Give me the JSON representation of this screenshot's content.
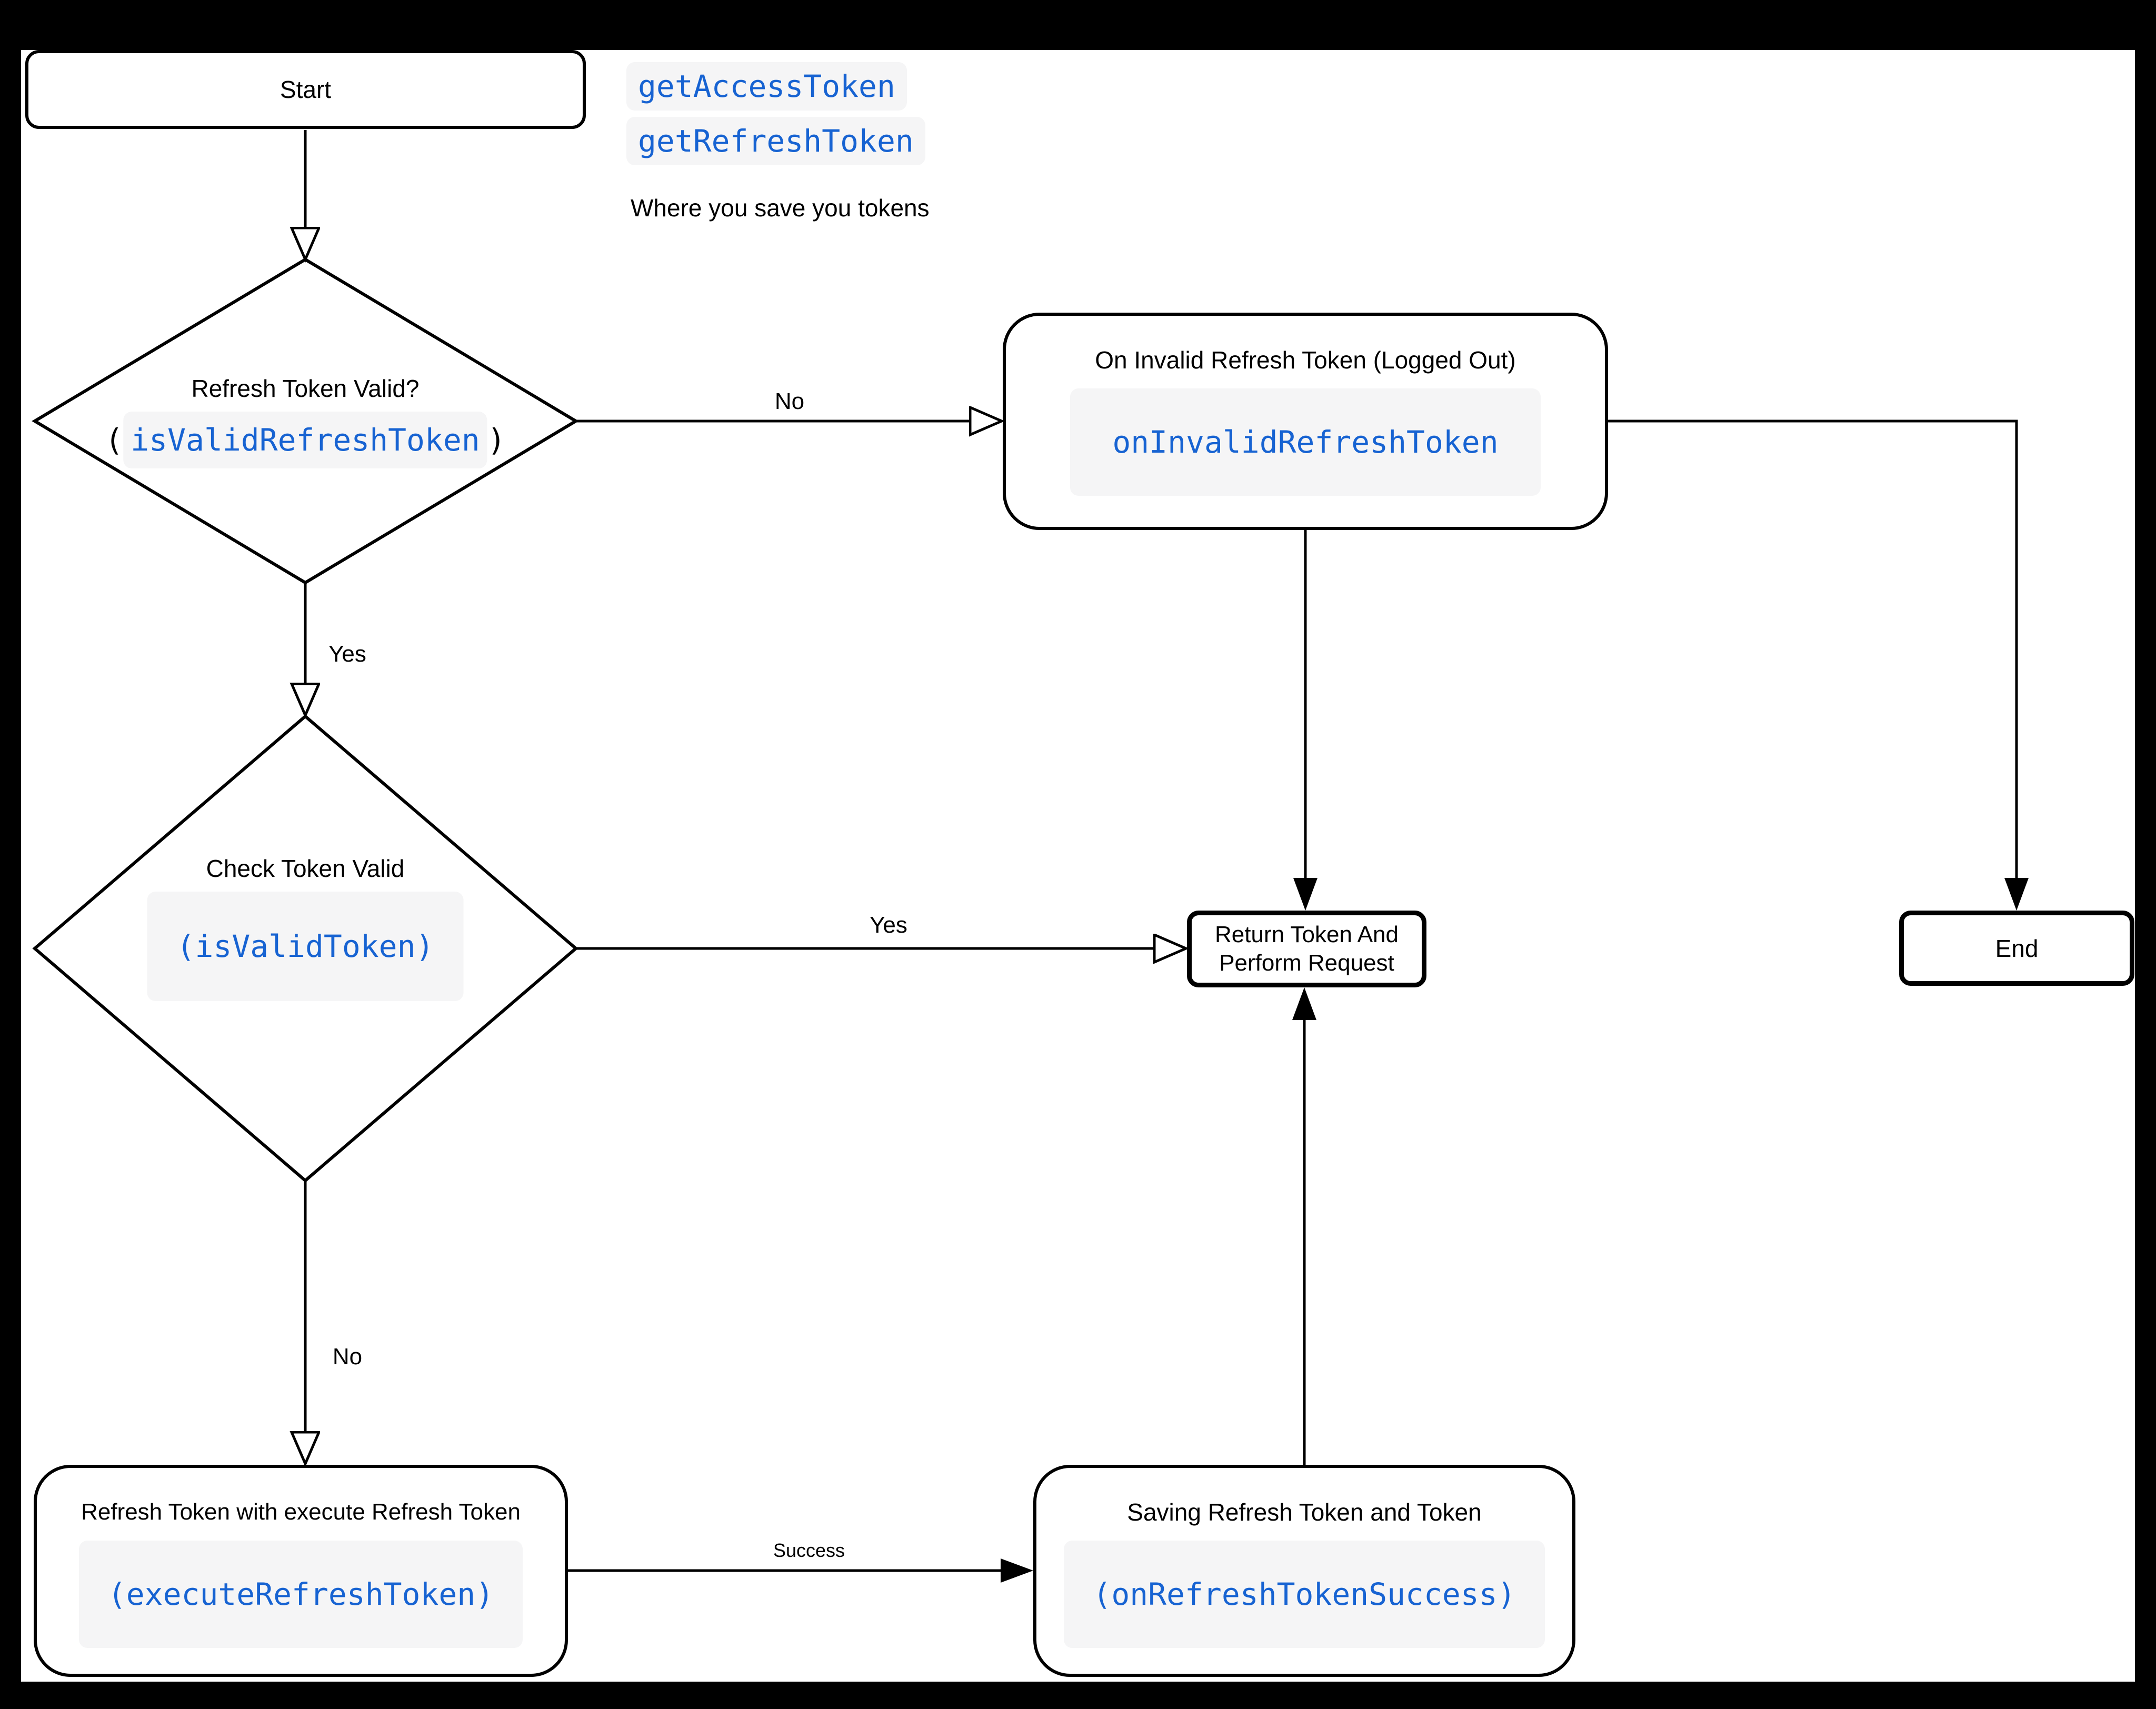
{
  "colors": {
    "code_blue": "#1763d2",
    "chip_bg": "#f5f5f6",
    "line": "#000000",
    "canvas_bg": "#ffffff",
    "frame_bg": "#000000"
  },
  "annotations": {
    "fn_access": "getAccessToken",
    "fn_refresh": "getRefreshToken",
    "note": "Where you save you tokens"
  },
  "nodes": {
    "start": {
      "label": "Start"
    },
    "diamond_refresh_valid": {
      "title": "Refresh Token Valid?",
      "paren_open": "(",
      "code": "isValidRefreshToken",
      "paren_close": ")"
    },
    "on_invalid": {
      "title": "On Invalid Refresh Token (Logged Out)",
      "code": "onInvalidRefreshToken"
    },
    "diamond_token_valid": {
      "title": "Check Token Valid",
      "code": "(isValidToken)"
    },
    "return_request": {
      "line1": "Return Token And",
      "line2": "Perform Request"
    },
    "end": {
      "label": "End"
    },
    "execute_refresh": {
      "title": "Refresh Token with execute Refresh Token",
      "code": "(executeRefreshToken)"
    },
    "saving_tokens": {
      "title": "Saving Refresh Token and Token",
      "code": "(onRefreshTokenSuccess)"
    }
  },
  "edges": {
    "refresh_invalid_no": "No",
    "refresh_valid_yes": "Yes",
    "token_valid_yes": "Yes",
    "token_invalid_no": "No",
    "refresh_success": "Success"
  }
}
